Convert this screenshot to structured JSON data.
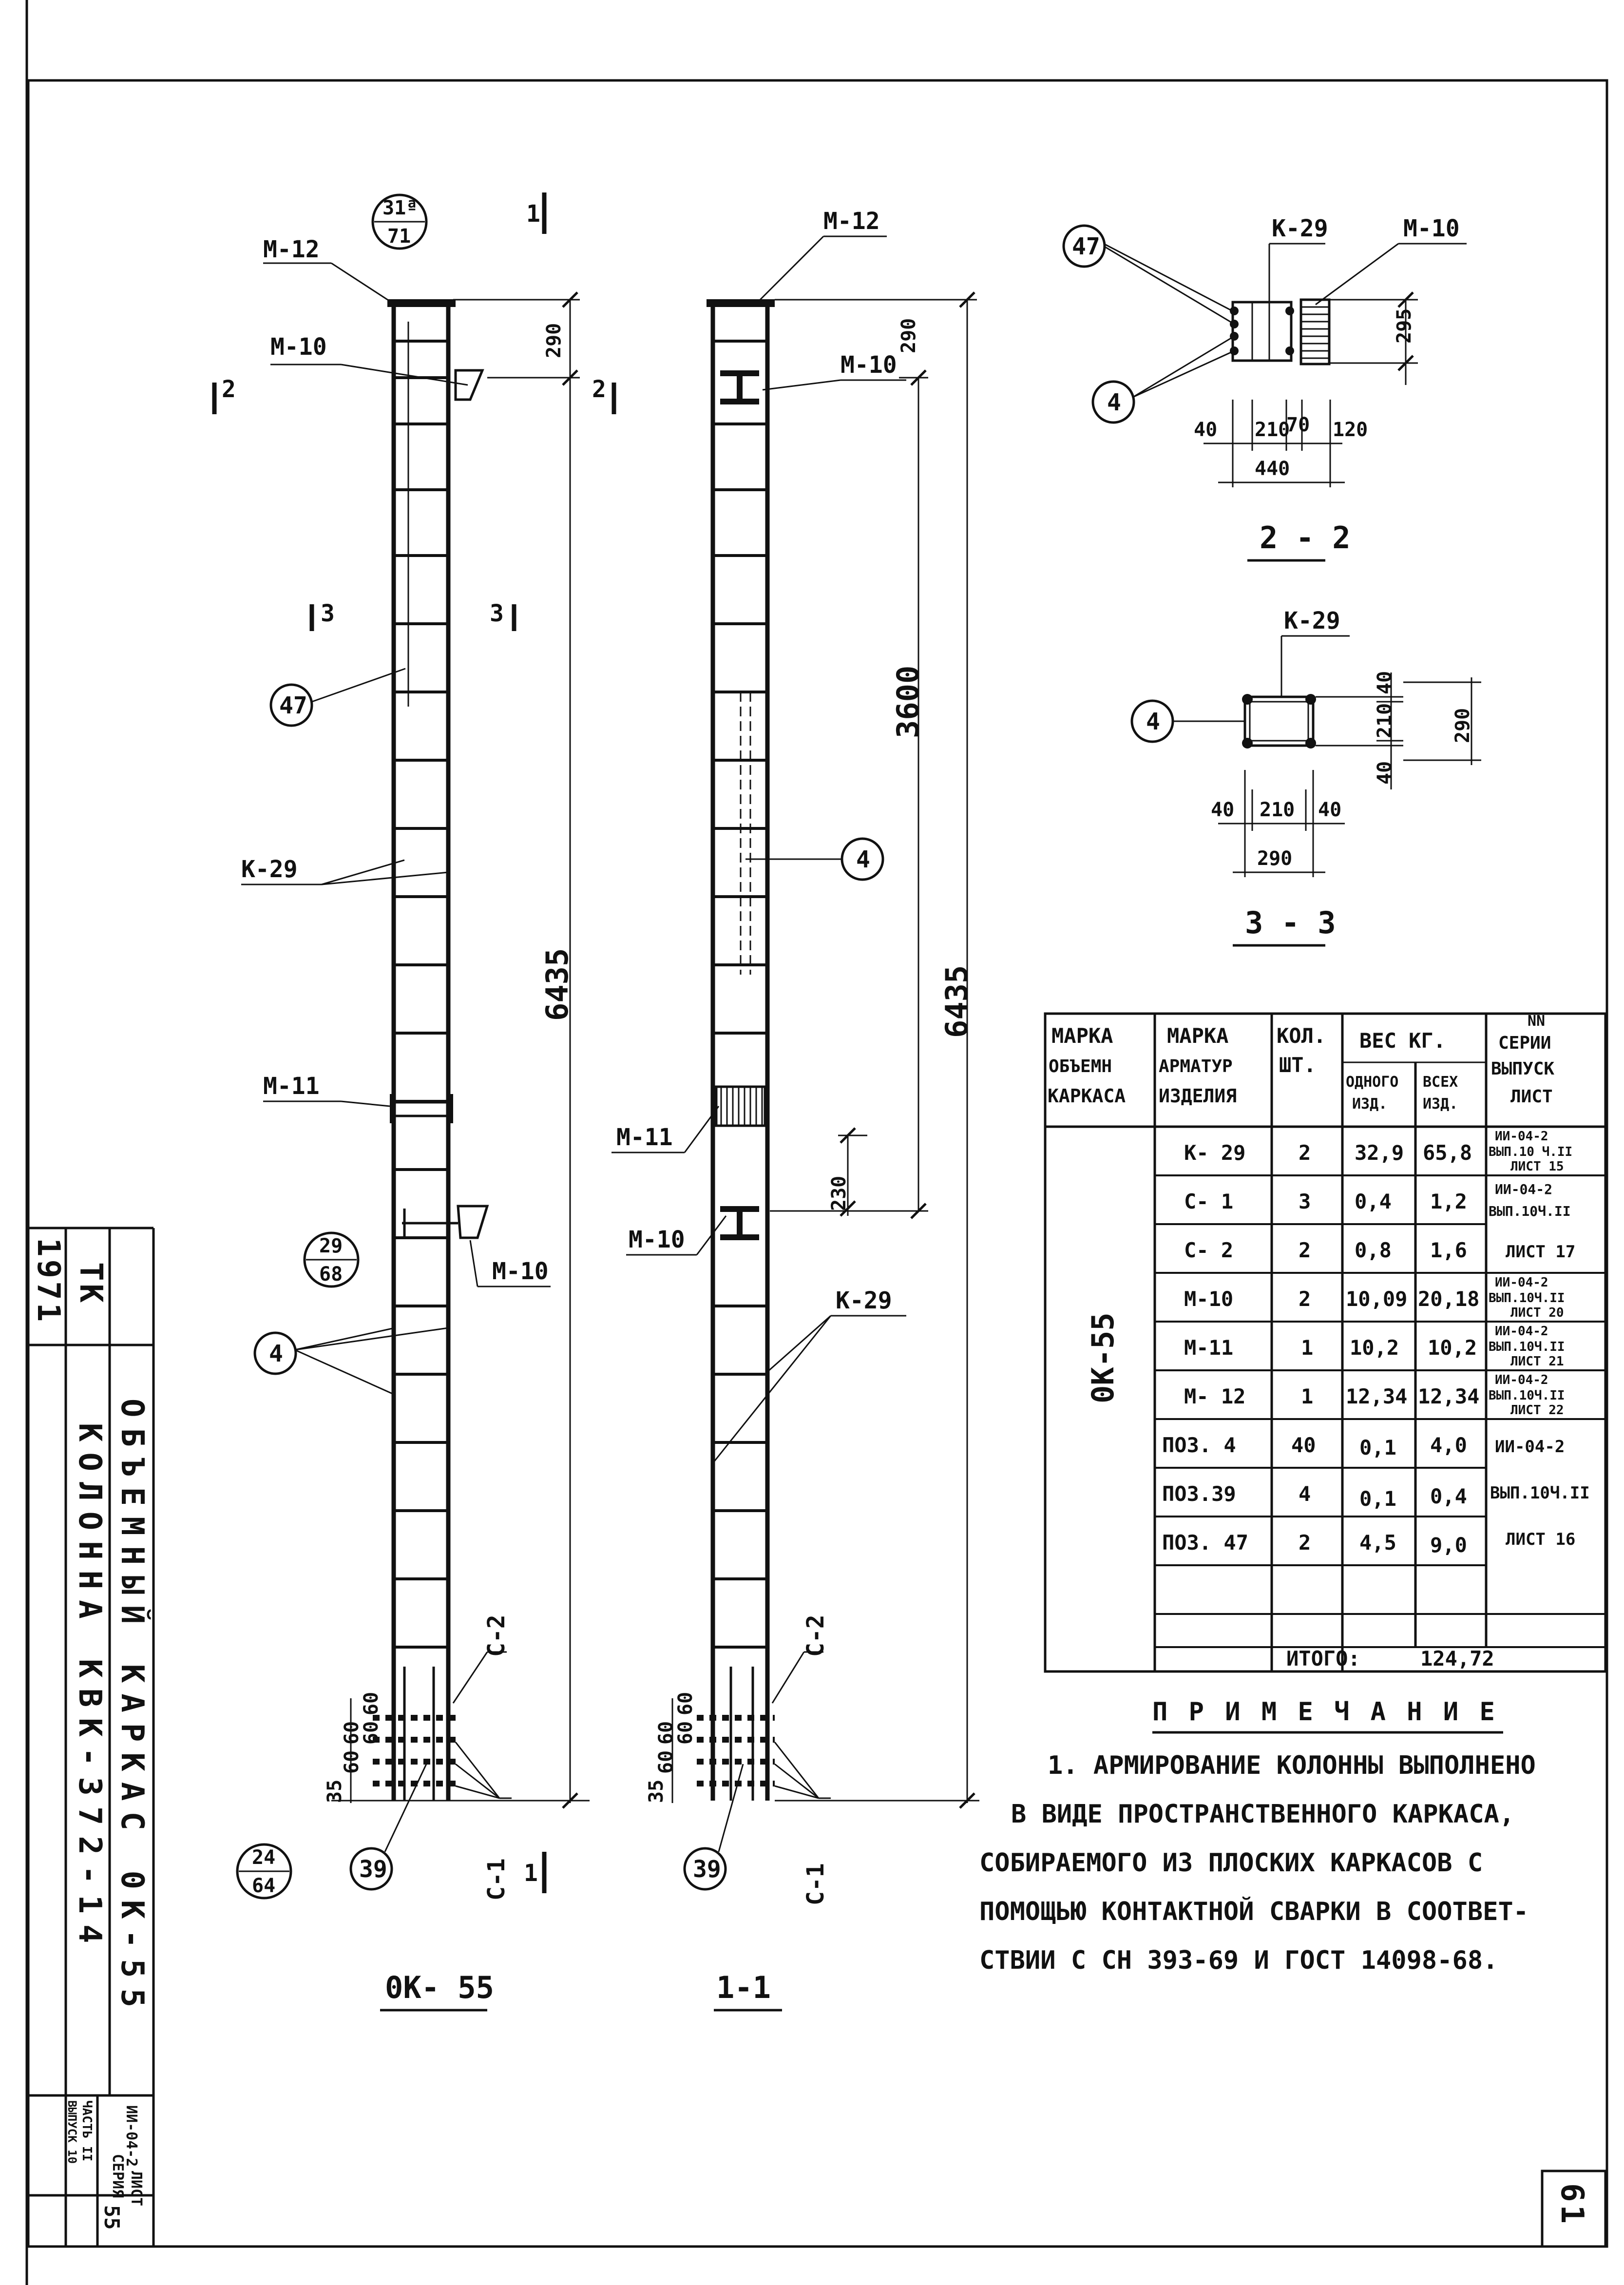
{
  "views": {
    "ok55": {
      "title": "0K- 55",
      "balloon_top": {
        "num": "31ª",
        "den": "71"
      },
      "balloon_mid": {
        "num": "29",
        "den": "68"
      },
      "balloon_bot": {
        "num": "24",
        "den": "64"
      },
      "height_dim": "6435",
      "dim_290": "290"
    },
    "v11": {
      "title": "1-1",
      "height_dim": "6435",
      "inner_dim": "3600",
      "dim_290": "290",
      "dim_230": "230"
    },
    "v22": {
      "title": "2 - 2",
      "d_295": "295",
      "d_40": "40",
      "d_210": "210",
      "d_70": "70",
      "d_120": "120",
      "d_440": "440"
    },
    "v33": {
      "title": "3 - 3",
      "d_40a": "40",
      "d_210": "210",
      "d_40b": "40",
      "d_290": "290",
      "d_v40": "40",
      "d_v210": "210",
      "d_v40b": "40",
      "d_v290": "290"
    }
  },
  "labels": {
    "m12": "M-12",
    "m10": "M-10",
    "m11": "M-11",
    "k29": "K-29",
    "c1": "C-1",
    "c2": "C-2",
    "pos4": "4",
    "pos39": "39",
    "pos47": "47",
    "sec1": "1",
    "sec2": "2",
    "sec3": "3",
    "b60": "60",
    "b35": "35"
  },
  "table": {
    "headers": {
      "col1": [
        "МАРКА",
        "ОБЪЕМН",
        "КАРКАСА"
      ],
      "col2": [
        "МАРКА",
        "АРМАТУР",
        "ИЗДЕЛИЯ"
      ],
      "col3": [
        "КОЛ.",
        "ШТ."
      ],
      "col4": "ВЕС КГ.",
      "col4a": [
        "ОДНОГО",
        "ИЗД."
      ],
      "col4b": [
        "ВСЕХ",
        "ИЗД."
      ],
      "col5": [
        "NN",
        "СЕРИИ",
        "ВЫПУСК",
        "ЛИСТ"
      ]
    },
    "mark": "0K-55",
    "rows": [
      {
        "item": "K- 29",
        "qty": "2",
        "one": "32,9",
        "all": "65,8",
        "ref": [
          "ИИ-04-2",
          "ВЫП.10 Ч.II",
          "ЛИСТ 15"
        ]
      },
      {
        "item": "C- 1",
        "qty": "3",
        "one": "0,4",
        "all": "1,2",
        "ref": [
          "ИИ-04-2",
          "ВЫП.10Ч.II"
        ]
      },
      {
        "item": "C- 2",
        "qty": "2",
        "one": "0,8",
        "all": "1,6",
        "ref": [
          "ЛИСТ 17"
        ]
      },
      {
        "item": "M-10",
        "qty": "2",
        "one": "10,09",
        "all": "20,18",
        "ref": [
          "ИИ-04-2",
          "ВЫП.10Ч.II",
          "ЛИСТ 20"
        ]
      },
      {
        "item": "M-11",
        "qty": "1",
        "one": "10,2",
        "all": "10,2",
        "ref": [
          "ИИ-04-2",
          "ВЫП.10Ч.II",
          "ЛИСТ 21"
        ]
      },
      {
        "item": "M- 12",
        "qty": "1",
        "one": "12,34",
        "all": "12,34",
        "ref": [
          "ИИ-04-2",
          "ВЫП.10Ч.II",
          "ЛИСТ 22"
        ]
      },
      {
        "item": "ПОЗ. 4",
        "qty": "40",
        "one": "0,1",
        "all": "4,0",
        "ref": [
          "ИИ-04-2"
        ]
      },
      {
        "item": "ПОЗ.39",
        "qty": "4",
        "one": "0,1",
        "all": "0,4",
        "ref": [
          "ВЫП.10Ч.II"
        ]
      },
      {
        "item": "ПОЗ. 47",
        "qty": "2",
        "one": "4,5",
        "all": "9,0",
        "ref": [
          "ЛИСТ 16"
        ]
      },
      {
        "item": "",
        "qty": "",
        "one": "",
        "all": "",
        "ref": []
      }
    ],
    "total_label": "ИТОГО:",
    "total_value": "124,72"
  },
  "note": {
    "title": "П Р И М Е Ч А Н И Е",
    "lines": [
      "1. АРМИРОВАНИЕ КОЛОННЫ ВЫПОЛНЕНО",
      "В ВИДЕ ПРОСТРАНСТВЕННОГО КАРКАСА,",
      "СОБИРАЕМОГО ИЗ ПЛОСКИХ КАРКАСОВ С",
      "ПОМОЩЬЮ КОНТАКТНОЙ СВАРКИ В СООТВЕТ-",
      "СТВИИ С СН 393-69 И ГОСТ 14098-68."
    ]
  },
  "title_block": {
    "year": "1971",
    "org": "ТК",
    "title1": "КОЛОННА КВК-372-14",
    "title2": "ОБЪЕМНЫЙ КАРКАС 0K-55",
    "series_lbl": "СЕРИЯ",
    "series_val": "ИИ-04-2",
    "issue_lbl": "ВЫПУСК 10",
    "part_lbl": "ЧАСТЬ II",
    "sheet_lbl": "ЛИСТ",
    "sheet_val": "55"
  },
  "page_number": "61"
}
